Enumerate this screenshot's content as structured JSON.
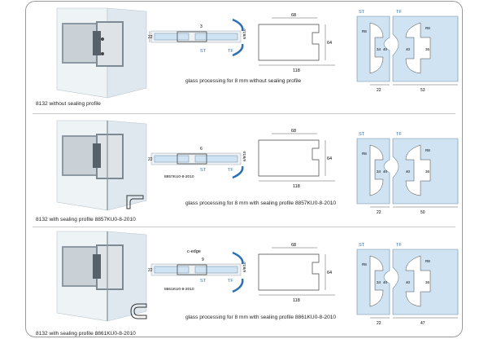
{
  "rows": [
    {
      "caption": "8132 without sealing profile",
      "process": "glass processing for 8 mm without sealing profile",
      "section": {
        "left": "22",
        "gap": "3",
        "right": "6/8/10",
        "st": "ST",
        "tf": "TF",
        "code": "",
        "edge": ""
      },
      "glass": {
        "w": "68",
        "h": "64",
        "total": "118"
      },
      "cut": {
        "st": "ST",
        "tf": "TF",
        "r1": "R8",
        "r2": "R8",
        "a": "34",
        "b": "40",
        "c": "40",
        "d": "36",
        "w1": "22",
        "w2": "53"
      }
    },
    {
      "caption": "8132 with sealing profile 8857KU0-8-2010",
      "process": "glass processing for 8 mm with sealing profile 8857KU0-8-2010",
      "section": {
        "left": "22",
        "gap": "6",
        "right": "6/8/10",
        "st": "ST",
        "tf": "TF",
        "code": "8857KU0-8-2010",
        "edge": ""
      },
      "glass": {
        "w": "68",
        "h": "64",
        "total": "118"
      },
      "cut": {
        "st": "ST",
        "tf": "TF",
        "r1": "R8",
        "r2": "R8",
        "a": "34",
        "b": "40",
        "c": "40",
        "d": "36",
        "w1": "22",
        "w2": "50"
      }
    },
    {
      "caption": "8132 with sealing profile 8861KU0-8-2010",
      "process": "glass processing for 8 mm with sealing profile 8861KU0-8-2010",
      "section": {
        "left": "22",
        "gap": "9",
        "right": "6/8/10",
        "st": "ST",
        "tf": "TF",
        "code": "8861KU0-8-2010",
        "edge": "c-edge"
      },
      "glass": {
        "w": "68",
        "h": "64",
        "total": "118"
      },
      "cut": {
        "st": "ST",
        "tf": "TF",
        "r1": "R8",
        "r2": "R8",
        "a": "34",
        "b": "40",
        "c": "40",
        "d": "36",
        "w1": "22",
        "w2": "47"
      }
    }
  ],
  "colors": {
    "glass_blue": "#cfe3f3",
    "arrow_blue": "#2f6fb5",
    "frame": "#9a9a9a"
  }
}
